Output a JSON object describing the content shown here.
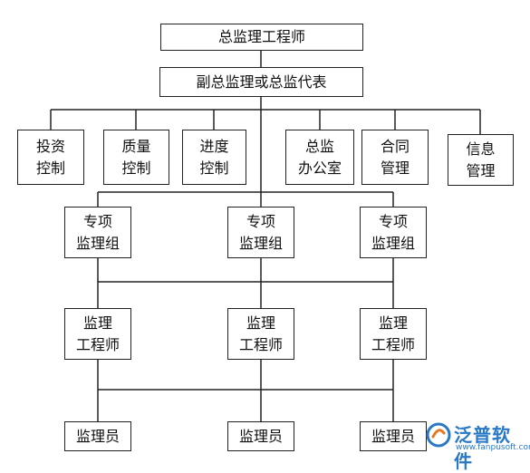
{
  "diagram": {
    "top": "总监理工程师",
    "deputy": "副总监理或总监代表",
    "departments": [
      "投资\n控制",
      "质量\n控制",
      "进度\n控制",
      "总监\n办公室",
      "合同\n管理",
      "信息\n管理"
    ],
    "groups": [
      "专项\n监理组",
      "专项\n监理组",
      "专项\n监理组"
    ],
    "engineers": [
      "监理\n工程师",
      "监理\n工程师",
      "监理\n工程师"
    ],
    "staff": [
      "监理员",
      "监理员",
      "监理员"
    ]
  },
  "watermark": {
    "name": "泛普软件",
    "url": "www.fanpusoft.com",
    "color": "#2a78c6"
  },
  "colors": {
    "line": "#222222",
    "box_border": "#222222",
    "background": "#ffffff"
  }
}
